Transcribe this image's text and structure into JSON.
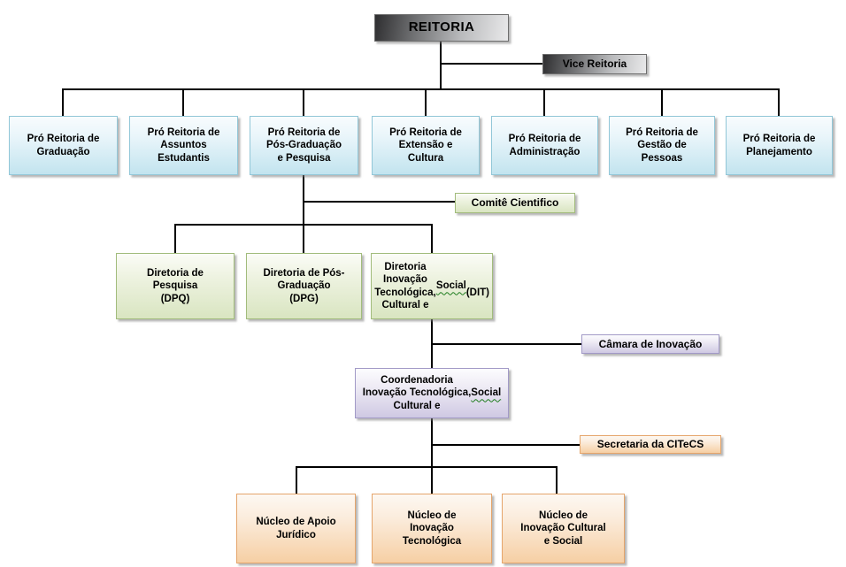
{
  "chart": {
    "root": {
      "label": "REITORIA"
    },
    "vice": {
      "label": "Vice Reitoria"
    },
    "pro_reitorias": [
      {
        "label": "Pró Reitoria de\nGraduação"
      },
      {
        "label": "Pró Reitoria de\nAssuntos\nEstudantis"
      },
      {
        "label": "Pró Reitoria de\nPós-Graduação\ne Pesquisa"
      },
      {
        "label": "Pró Reitoria de\nExtensão e\nCultura"
      },
      {
        "label": "Pró Reitoria de\nAdministração"
      },
      {
        "label": "Pró Reitoria de\nGestão de\nPessoas"
      },
      {
        "label": "Pró Reitoria de\nPlanejamento"
      }
    ],
    "comite": {
      "label": "Comitê Cientifico"
    },
    "diretorias": [
      {
        "label": "Diretoria de\nPesquisa\n(DPQ)"
      },
      {
        "label": "Diretoria de Pós-\nGraduação\n(DPG)"
      },
      {
        "label": "Diretoria Inovação\nTecnológica,\nCultural e Social\n(DIT)"
      }
    ],
    "camara": {
      "label": "Câmara de Inovação"
    },
    "coordenadoria": {
      "label": "Coordenadoria\nInovação Tecnológica,\nCultural e Social"
    },
    "secretaria": {
      "label": "Secretaria da CITeCS"
    },
    "nucleos": [
      {
        "label": "Núcleo de Apoio\nJurídico"
      },
      {
        "label": "Núcleo de\nInovação\nTecnológica"
      },
      {
        "label": "Núcleo de\nInovação Cultural\ne Social"
      }
    ]
  },
  "colors": {
    "gray_dark": "#2e2e30",
    "gray_light": "#e9e9ea",
    "gray_border": "#6e6e6e",
    "blue_fill": "#c2e4ef",
    "blue_border": "#92c7d8",
    "green_fill": "#d9e5c1",
    "green_border": "#a2bc7c",
    "purple_fill": "#cfc9e3",
    "purple_border": "#a29ac7",
    "orange_fill": "#f6cfa4",
    "orange_border": "#e5a56b",
    "connector_line": "#000000"
  }
}
